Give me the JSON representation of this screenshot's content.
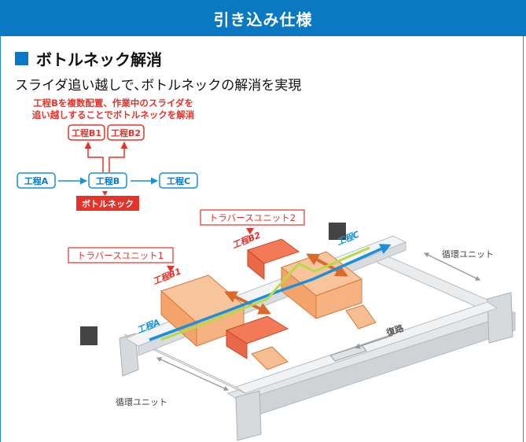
{
  "header": {
    "title": "引き込み仕様"
  },
  "section": {
    "title": "ボトルネック解消"
  },
  "lead": "スライダ追い越しで､ボトルネックの解消を実現",
  "flow": {
    "note_line1": "工程Bを複数配置、作業中のスライダを",
    "note_line2": "追い越しすることでボトルネックを解消",
    "b1": "工程B1",
    "b2": "工程B2",
    "a": "工程A",
    "b": "工程B",
    "c": "工程C",
    "bottleneck": "ボトルネック"
  },
  "illustration": {
    "traverse1": "トラバースユニット1",
    "traverse2": "トラバースユニット2",
    "step_b1": "工程B1",
    "step_b2": "工程B2",
    "step_a": "工程A",
    "step_c": "工程C",
    "return_path": "復路",
    "circ_unit_right": "循環ユニット",
    "circ_unit_bottom": "循環ユニット"
  },
  "colors": {
    "accent": "#0b78c4",
    "red": "#e6332a",
    "orange": "#f4a46a",
    "rail": "#e9ecee"
  }
}
